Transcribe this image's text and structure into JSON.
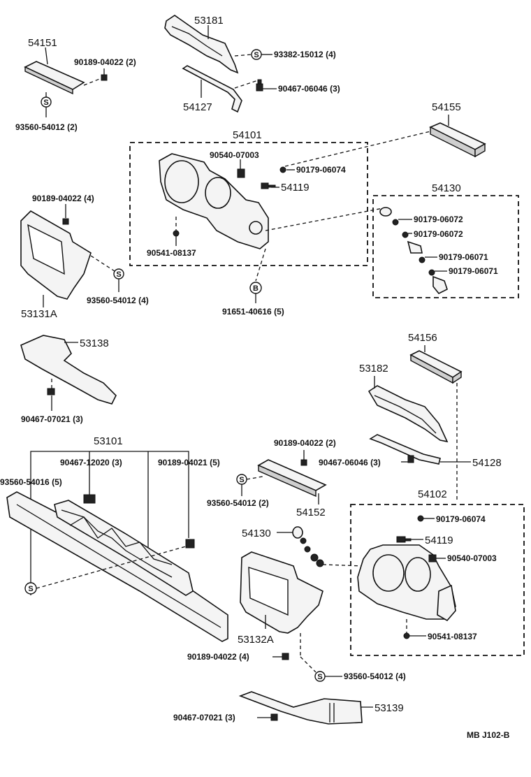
{
  "diagram": {
    "labels": {
      "p53181": "53181",
      "p54151": "54151",
      "p90189_04022_2a": "90189-04022 (2)",
      "p93382_15012": "93382-15012 (4)",
      "p90467_06046_3a": "90467-06046 (3)",
      "p54127": "54127",
      "p93560_54012_2a": "93560-54012 (2)",
      "p54155": "54155",
      "p54101": "54101",
      "p90540_07003a": "90540-07003",
      "p90179_06074a": "90179-06074",
      "p54119a": "54119",
      "p54130a": "54130",
      "p90189_04022_4a": "90189-04022 (4)",
      "p90179_06072a": "90179-06072",
      "p90179_06072b": "90179-06072",
      "p90179_06071a": "90179-06071",
      "p90179_06071b": "90179-06071",
      "p90541_08137a": "90541-08137",
      "p93560_54012_4a": "93560-54012 (4)",
      "p53131A": "53131A",
      "p91651_40616": "91651-40616 (5)",
      "p53138": "53138",
      "p90467_07021_3a": "90467-07021 (3)",
      "p54156": "54156",
      "p53182": "53182",
      "p53101": "53101",
      "p90467_12020": "90467-12020 (3)",
      "p90189_04021": "90189-04021 (5)",
      "p93560_54016": "93560-54016 (5)",
      "p90189_04022_2b": "90189-04022 (2)",
      "p90467_06046_3b": "90467-06046 (3)",
      "p54128": "54128",
      "p93560_54012_2b": "93560-54012 (2)",
      "p54152": "54152",
      "p54102": "54102",
      "p90179_06074b": "90179-06074",
      "p54130b": "54130",
      "p54119b": "54119",
      "p90540_07003b": "90540-07003",
      "p53132A": "53132A",
      "p90541_08137b": "90541-08137",
      "p90189_04022_4b": "90189-04022 (4)",
      "p93560_54012_4b": "93560-54012 (4)",
      "p53139": "53139",
      "p90467_07021_3b": "90467-07021 (3)",
      "ref": "MB  J102-B"
    },
    "symbols": {
      "s": "S",
      "b": "B"
    }
  }
}
